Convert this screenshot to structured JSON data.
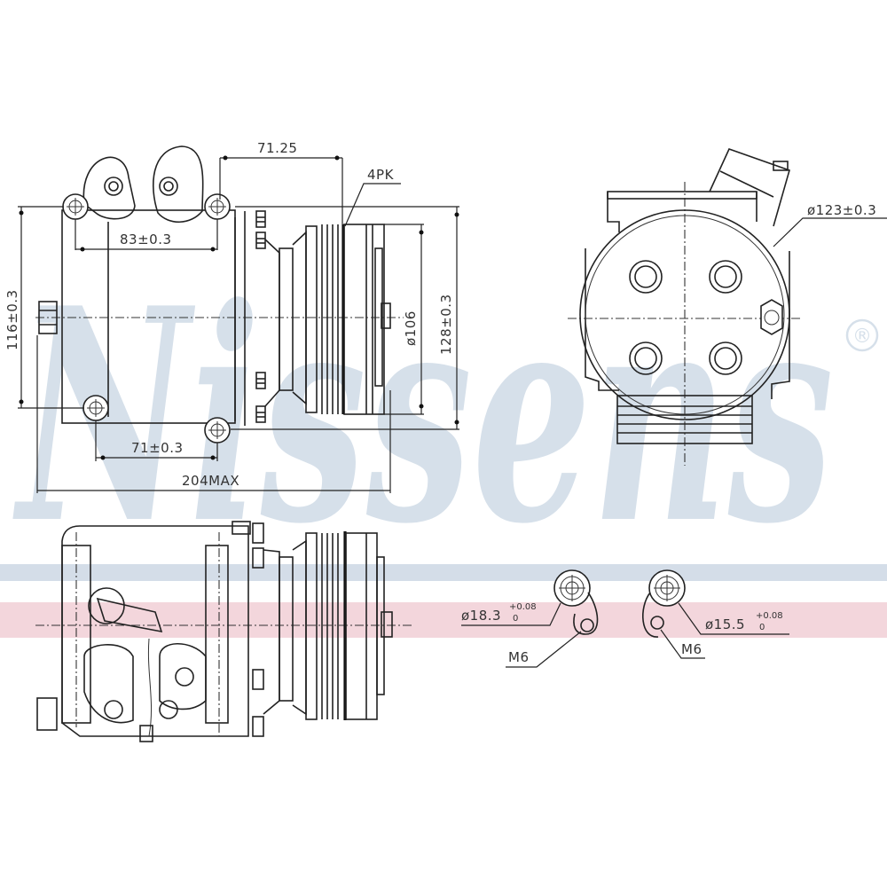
{
  "watermark": {
    "brand": "Nissens",
    "registered_mark": "®",
    "stripe_colors": {
      "blue": "#d4dde8",
      "pink": "#f3d6dc"
    },
    "text_color": "#d6e0ea"
  },
  "drawing": {
    "title": "A/C compressor technical drawing",
    "views": {
      "side_view": {
        "dimensions": {
          "clutch_offset": "71.25",
          "pulley_type": "4PK",
          "mount_top_spacing": "83±0.3",
          "mount_height": "116±0.3",
          "pulley_diameter": "ø106",
          "overall_height": "128±0.3",
          "mount_bottom_spacing": "71±0.3",
          "overall_length": "204MAX"
        }
      },
      "front_view": {
        "dimensions": {
          "body_diameter": "ø123±0.3"
        }
      },
      "top_view": {},
      "port_details": {
        "port_1": {
          "diameter": "ø18.3",
          "tol_upper": "+0.08",
          "tol_lower": "0",
          "thread": "M6"
        },
        "port_2": {
          "diameter": "ø15.5",
          "tol_upper": "+0.08",
          "tol_lower": "0",
          "thread": "M6"
        }
      }
    }
  }
}
